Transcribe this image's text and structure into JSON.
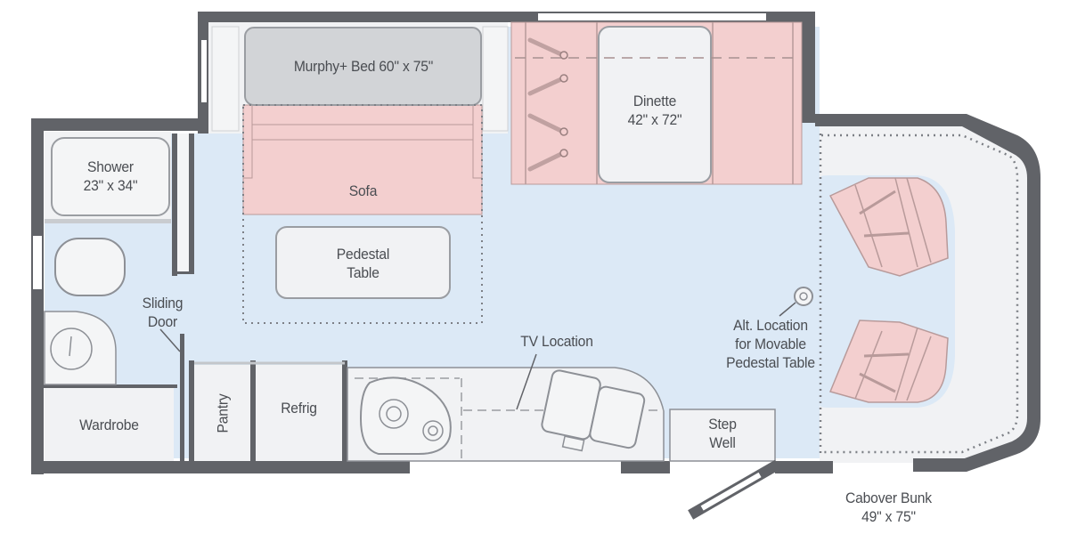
{
  "floorplan": {
    "colors": {
      "wall": "#616368",
      "floor": "#dce9f6",
      "furniture_pink": "#f3cfcf",
      "furniture_pink_stroke": "#b89a9a",
      "counter": "#f1f2f4",
      "murphy_bed": "#d2d4d7",
      "outline": "#8d9096",
      "text": "#4a4d52",
      "window": "#ffffff"
    },
    "labels": {
      "murphy_bed": "Murphy+ Bed 60\" x 75\"",
      "sofa": "Sofa",
      "dinette": {
        "line1": "Dinette",
        "line2": "42\" x 72\""
      },
      "shower": {
        "line1": "Shower",
        "line2": "23\" x 34\""
      },
      "pedestal_table": {
        "line1": "Pedestal",
        "line2": "Table"
      },
      "sliding_door": {
        "line1": "Sliding",
        "line2": "Door"
      },
      "tv_location": "TV Location",
      "alt_location": {
        "line1": "Alt. Location",
        "line2": "for Movable",
        "line3": "Pedestal Table"
      },
      "wardrobe": "Wardrobe",
      "pantry": "Pantry",
      "refrig": "Refrig",
      "step_well": {
        "line1": "Step",
        "line2": "Well"
      },
      "cabover_bunk": {
        "line1": "Cabover Bunk",
        "line2": "49\" x 75\""
      }
    }
  }
}
